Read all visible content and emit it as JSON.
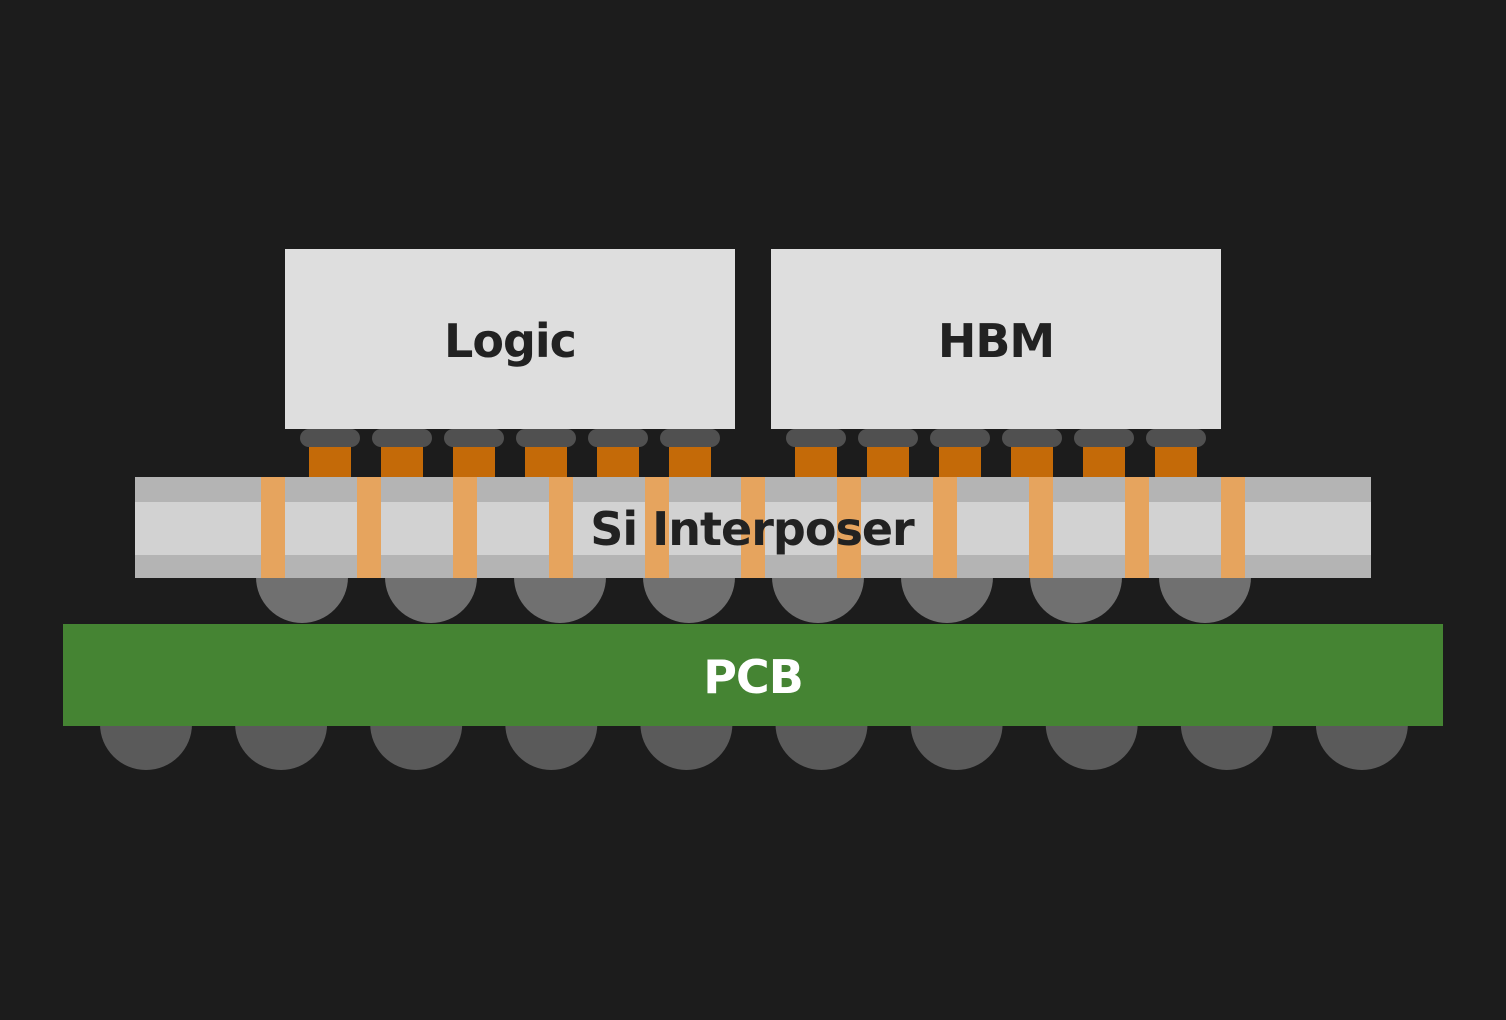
{
  "labels": {
    "logic": "Logic",
    "hbm": "HBM",
    "interposer": "Si Interposer",
    "pcb": "PCB"
  },
  "colors": {
    "background": "#1c1c1c",
    "chip": "#dedede",
    "chip_text": "#222222",
    "micro_bump_cap": "#505050",
    "micro_bump_pillar": "#c46a08",
    "interposer_band_outer": "#b4b4b4",
    "interposer_band_inner": "#d2d2d2",
    "tsv": "#e6a45e",
    "c4_bump": "#707070",
    "pcb": "#458433",
    "pcb_text": "#ffffff",
    "ball": "#5a5a5a"
  },
  "components": {
    "micro_bumps_per_die": 6,
    "tsv_count": 11,
    "c4_bump_count": 8,
    "solder_ball_count": 10
  }
}
